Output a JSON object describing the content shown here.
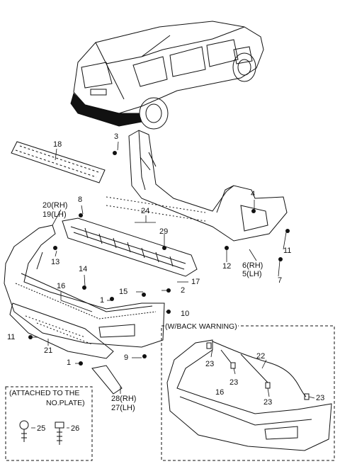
{
  "callouts": {
    "n1a": "1",
    "n1b": "1",
    "n2": "2",
    "n3": "3",
    "n4": "4",
    "n5": "5(LH)",
    "n6": "6(RH)",
    "n7": "7",
    "n8": "8",
    "n9": "9",
    "n10": "10",
    "n11a": "11",
    "n11b": "11",
    "n12": "12",
    "n13": "13",
    "n14": "14",
    "n15": "15",
    "n16a": "16",
    "n16b": "16",
    "n17": "17",
    "n18": "18",
    "n19": "19(LH)",
    "n20": "20(RH)",
    "n21": "21",
    "n22": "22",
    "n23a": "23",
    "n23b": "23",
    "n23c": "23",
    "n23d": "23",
    "n24": "24",
    "n25": "25",
    "n26": "26",
    "n27": "27(LH)",
    "n28": "28(RH)",
    "n29": "29"
  },
  "boxes": {
    "back_warning_title": "(W/BACK WARNING)",
    "plate_title_line1": "(ATTACHED TO THE",
    "plate_title_line2": "NO.PLATE)"
  }
}
